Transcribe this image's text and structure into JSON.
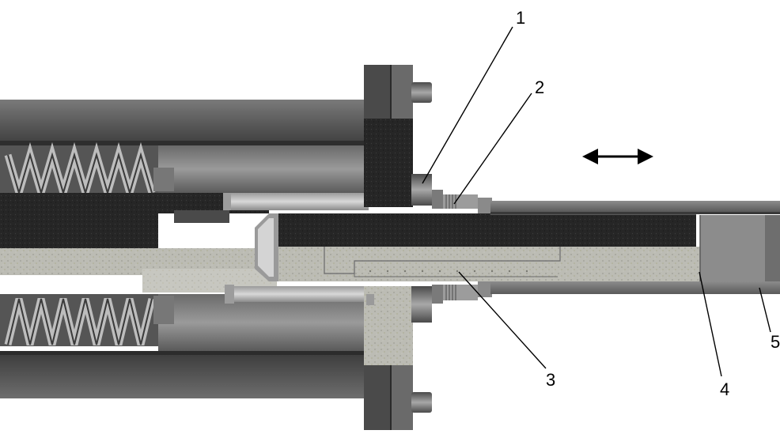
{
  "callouts": [
    {
      "id": "callout-1",
      "label": "1"
    },
    {
      "id": "callout-2",
      "label": "2"
    },
    {
      "id": "callout-3",
      "label": "3"
    },
    {
      "id": "callout-4",
      "label": "4"
    },
    {
      "id": "callout-5",
      "label": "5"
    }
  ],
  "motion_indicator": "double-arrow-icon",
  "colors": {
    "background": "#ffffff",
    "housing_dark": "#3e3e3e",
    "housing_mid": "#5e5e5e",
    "housing_light": "#8a8a8a",
    "section_hatch": "#202020",
    "core_fill": "#b9b9b2",
    "line": "#000000"
  }
}
